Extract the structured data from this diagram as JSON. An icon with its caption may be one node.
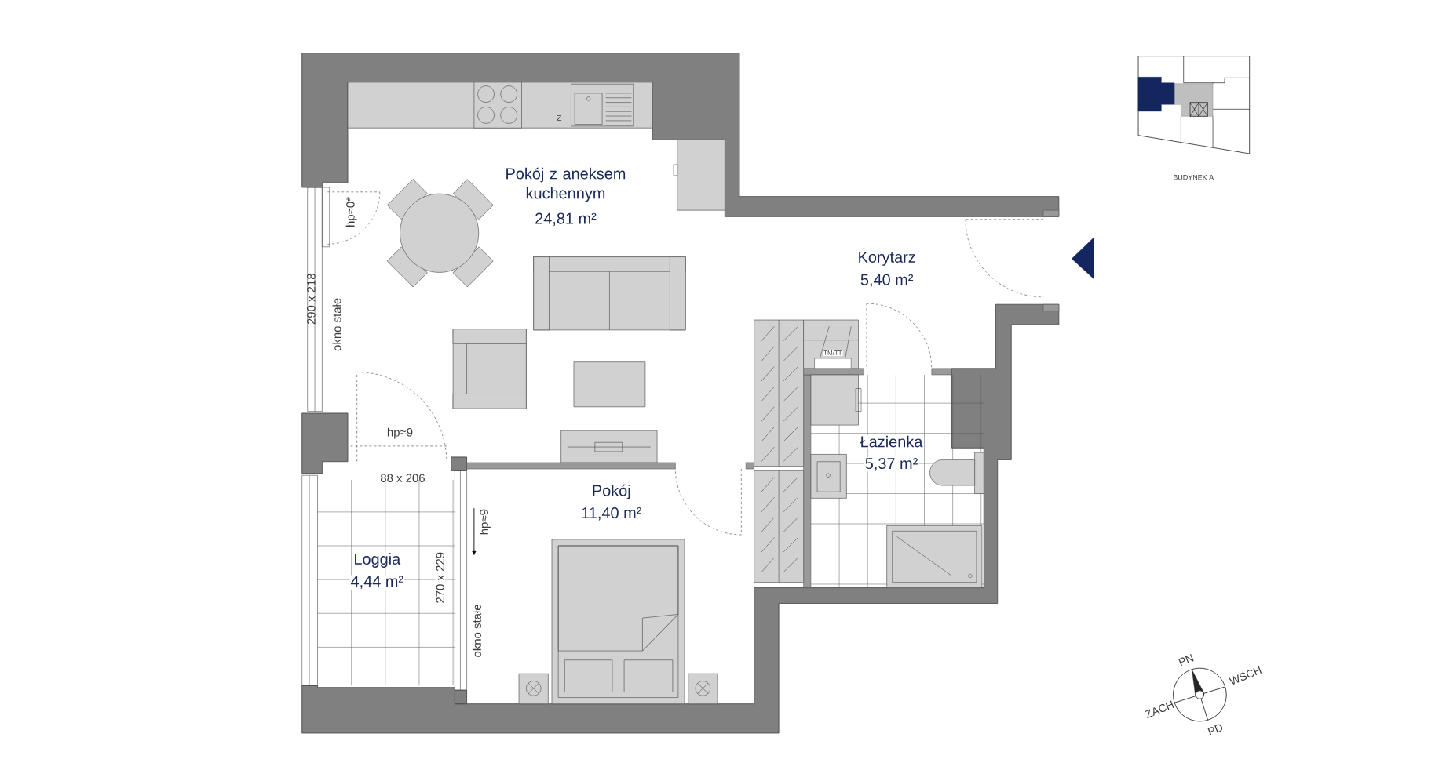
{
  "diagram": {
    "labels": [
      "Pokój z aneksem kuchennym",
      "24,81 m²",
      "hp≈0*",
      "290 x 218",
      "okno stałe",
      "Korytarz",
      "5,40 m²",
      "TM/TT",
      "Z",
      "Łazienka",
      "5,37 m²",
      "hp≈9",
      "88 x 206",
      "Pokój",
      "11,40 m²",
      "hp≈9",
      "Loggia",
      "4,44 m²",
      "270 x 229",
      "okno stałe",
      "BUDYNEK A",
      "PN",
      "WSCH",
      "ZACH",
      "PD"
    ]
  }
}
